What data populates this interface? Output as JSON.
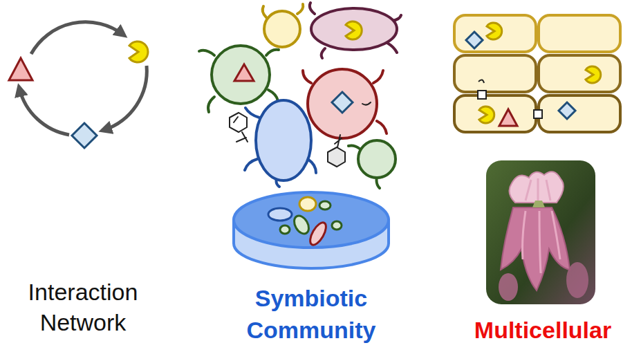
{
  "diagram": {
    "labels": [
      "Interaction Network",
      "Symbiotic Community",
      "Multicellular"
    ]
  }
}
